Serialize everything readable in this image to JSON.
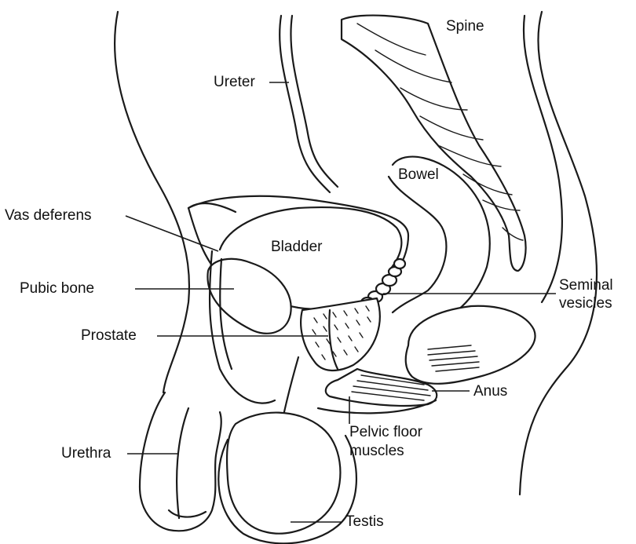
{
  "labels": {
    "spine": "Spine",
    "ureter": "Ureter",
    "bowel": "Bowel",
    "vas_deferens": "Vas deferens",
    "bladder": "Bladder",
    "pubic_bone": "Pubic bone",
    "seminal_vesicles_line1": "Seminal",
    "seminal_vesicles_line2": "vesicles",
    "prostate": "Prostate",
    "anus": "Anus",
    "pelvic_floor_line1": "Pelvic floor",
    "pelvic_floor_line2": "muscles",
    "urethra": "Urethra",
    "testis": "Testis"
  }
}
